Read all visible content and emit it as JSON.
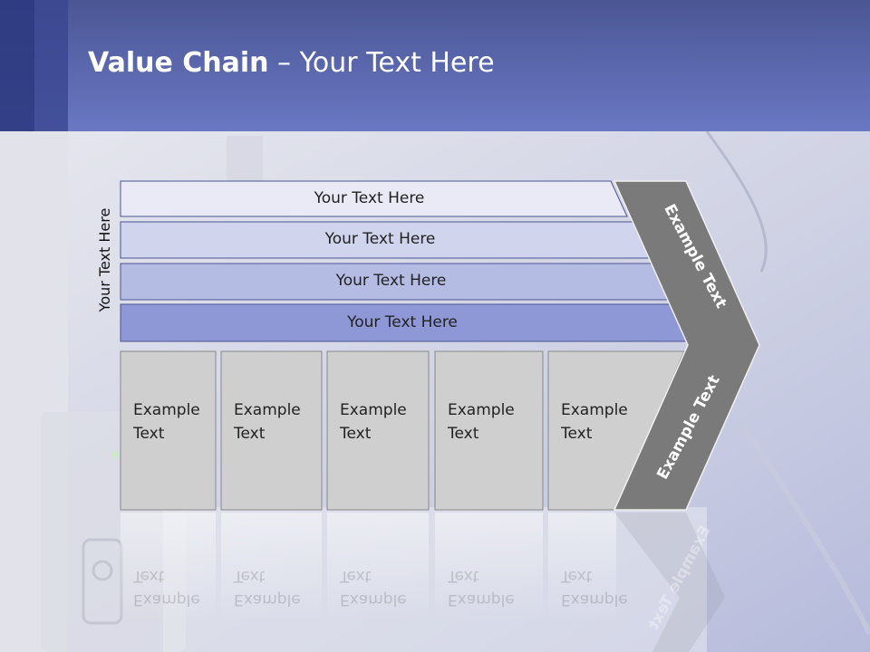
{
  "title": {
    "bold": "Value Chain",
    "rest": " – Your Text Here"
  },
  "side_label": "Your Text Here",
  "bars": [
    {
      "label": "Your Text Here",
      "fill": "#e9eaf6"
    },
    {
      "label": "Your Text Here",
      "fill": "#d0d4ec"
    },
    {
      "label": "Your Text Here",
      "fill": "#b5bce4"
    },
    {
      "label": "Your Text Here",
      "fill": "#8e98d6"
    }
  ],
  "boxes": [
    {
      "line1": "Example",
      "line2": "Text"
    },
    {
      "line1": "Example",
      "line2": "Text"
    },
    {
      "line1": "Example",
      "line2": "Text"
    },
    {
      "line1": "Example",
      "line2": "Text"
    },
    {
      "line1": "Example",
      "line2": "Text"
    }
  ],
  "arrow": {
    "upper_label": "Example Text",
    "lower_label": "Example Text",
    "fill": "#7a7a7a"
  },
  "colors": {
    "header_top": "#4a5694",
    "header_bottom": "#6a78c4",
    "box_fill": "#cfcfcf"
  }
}
